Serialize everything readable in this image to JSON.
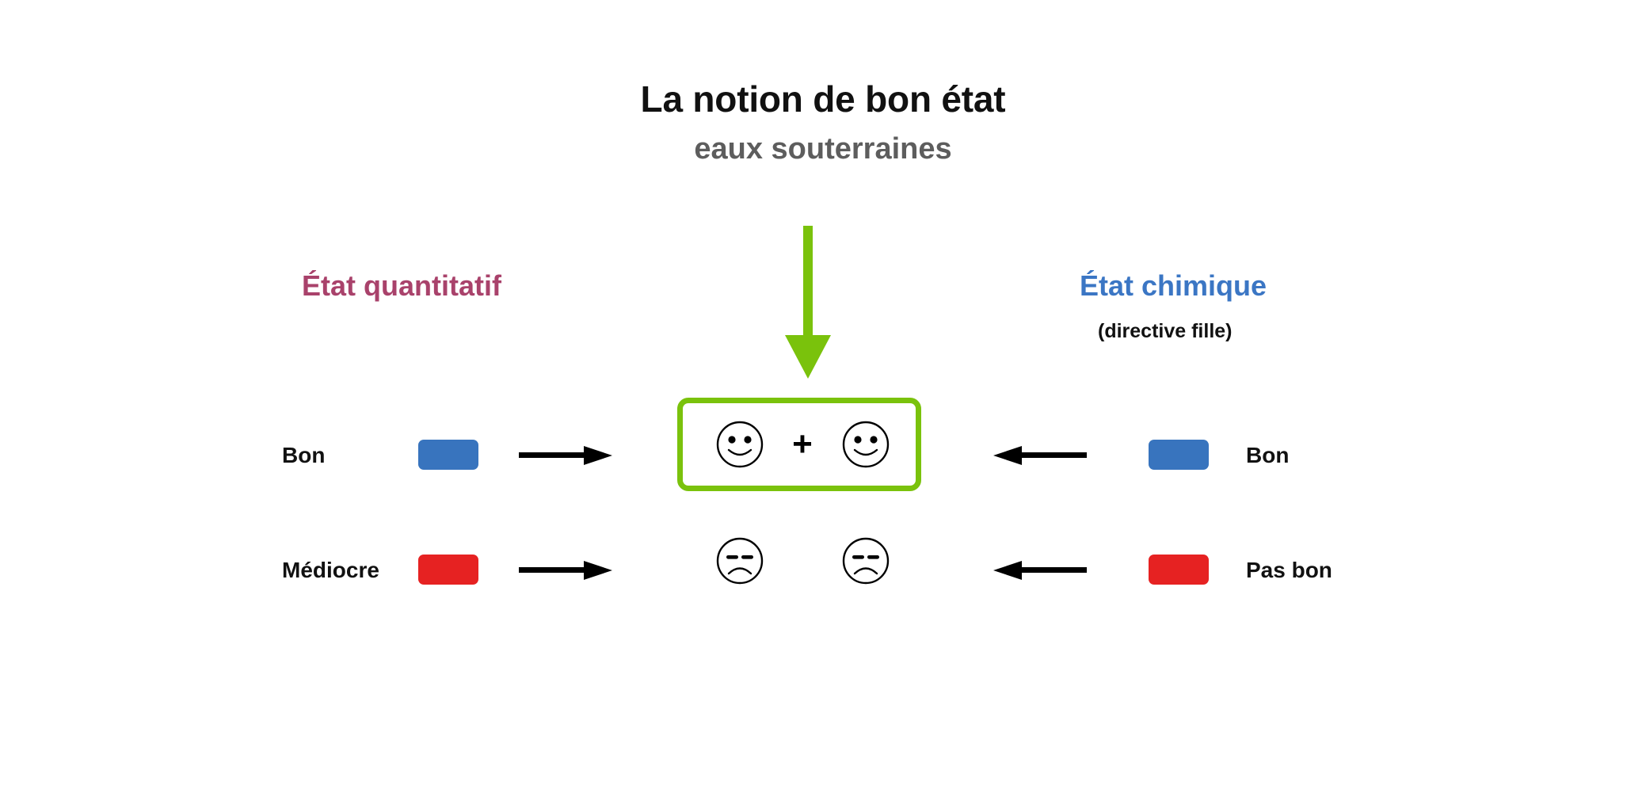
{
  "header": {
    "title": "La notion de bon état",
    "subtitle": "eaux souterraines"
  },
  "columns": {
    "left": {
      "heading": "État quantitatif",
      "heading_color": "#a9426b"
    },
    "right": {
      "heading": "État chimique",
      "heading_color": "#3b76c4",
      "subheading": "(directive fille)"
    }
  },
  "center": {
    "box_border_color": "#7ac20c",
    "plus": "+",
    "faces": {
      "top_left": "happy-face-icon",
      "top_right": "happy-face-icon",
      "bottom_left": "sad-face-icon",
      "bottom_right": "sad-face-icon"
    }
  },
  "down_arrow": {
    "name": "green-down-arrow-icon",
    "color": "#7ac20c"
  },
  "rows": [
    {
      "left_label": "Bon",
      "left_swatch_color": "#3874be",
      "right_label": "Bon",
      "right_swatch_color": "#3874be",
      "arrow_color": "#000000"
    },
    {
      "left_label": "Médiocre",
      "left_swatch_color": "#e62222",
      "right_label": "Pas bon",
      "right_swatch_color": "#e62222",
      "arrow_color": "#000000"
    }
  ]
}
